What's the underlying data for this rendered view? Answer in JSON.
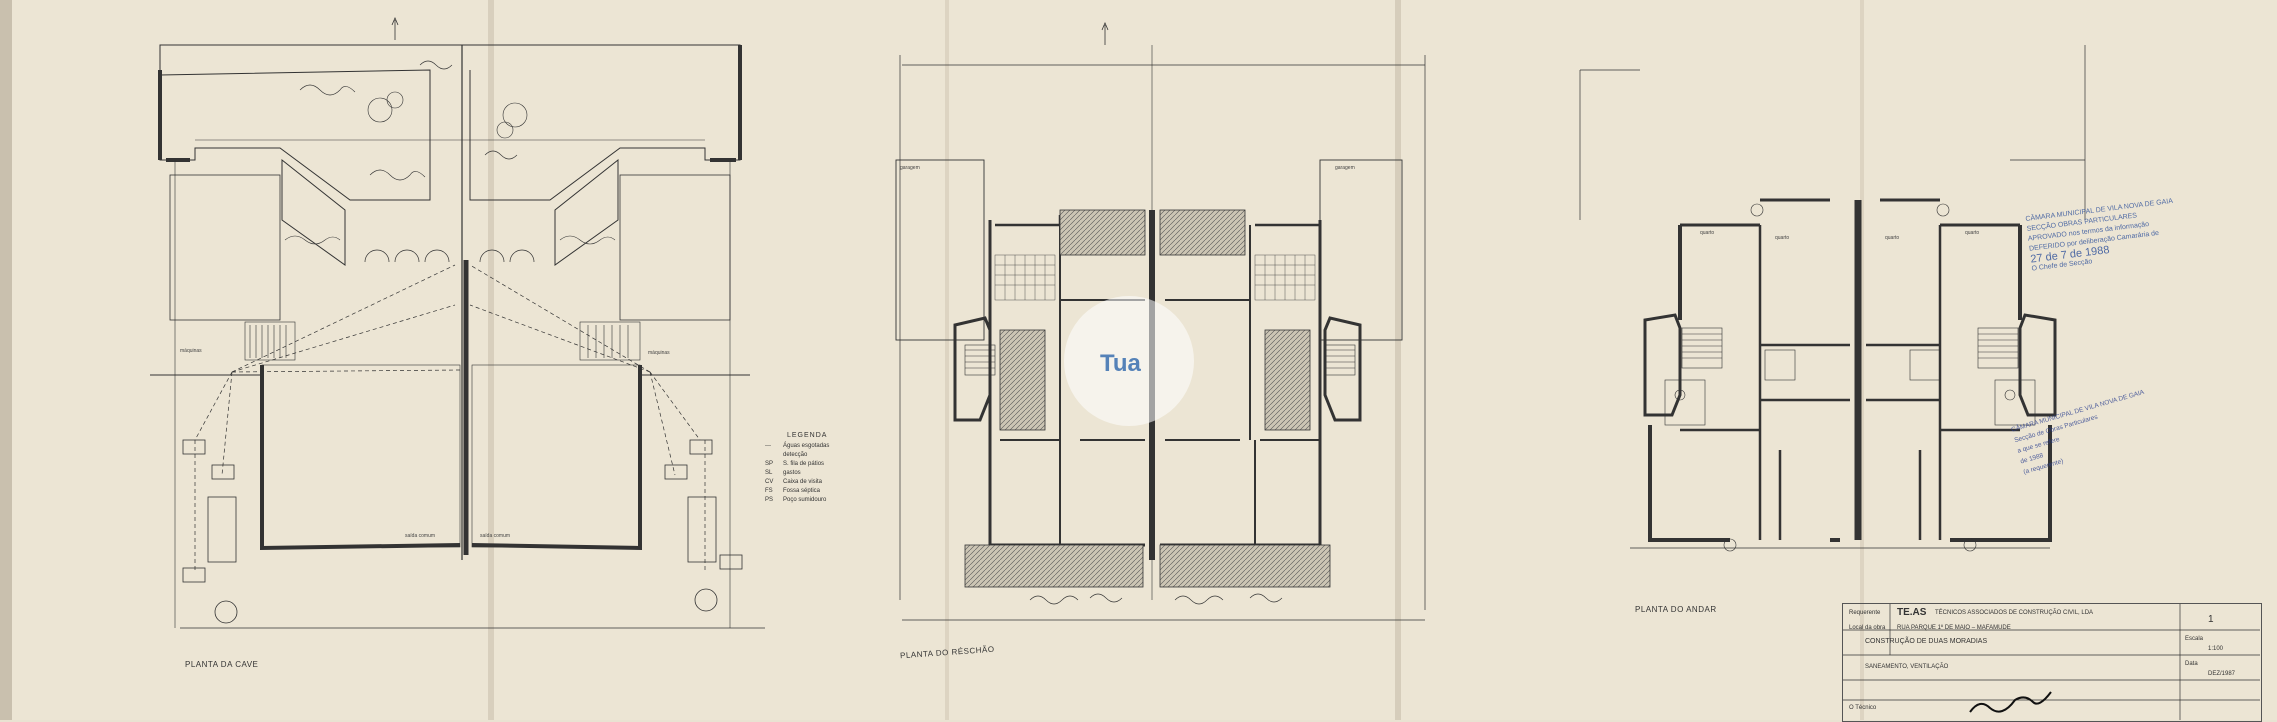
{
  "sheet": {
    "plans": {
      "basement_title": "PLANTA DA CAVE",
      "ground_title": "PLANTA DO RÉSCHÃO",
      "upper_title": "PLANTA DO ANDAR"
    },
    "room_labels": {
      "maquinas": "máquinas",
      "garagem": "garagem",
      "quarto": "quarto",
      "saida": "saída comum"
    },
    "legend": {
      "title": "LEGENDA",
      "items": [
        {
          "key": "---",
          "text": "Águas esgotadas"
        },
        {
          "key": "",
          "text": "detecção"
        },
        {
          "key": "SP",
          "text": "S. fila de pátios"
        },
        {
          "key": "SL",
          "text": "gastos"
        },
        {
          "key": "CV",
          "text": "Caixa de visita"
        },
        {
          "key": "FS",
          "text": "Fossa séptica"
        },
        {
          "key": "PS",
          "text": "Poço sumidouro"
        }
      ]
    },
    "title_block": {
      "requerente_label": "Requerente",
      "company_logo": "TE.AS",
      "company_name": "TÉCNICOS ASSOCIADOS DE CONSTRUÇÃO CIVIL, LDA",
      "local_label": "Local da obra",
      "address": "RUA PARQUE 1º DE MAIO – MAFAMUDE",
      "sheet_number": "1",
      "project_title": "CONSTRUÇÃO DE DUAS MORADIAS",
      "subject": "SANEAMENTO, VENTILAÇÃO",
      "escala_label": "Escala",
      "escala_value": "1:100",
      "data_label": "Data",
      "data_value": "DEZ/1987",
      "tecnico_label": "O Técnico"
    },
    "stamp_approval": {
      "line1": "CÂMARA MUNICIPAL DE VILA NOVA DE GAIA",
      "line2": "SECÇÃO OBRAS PARTICULARES",
      "line3": "APROVADO  nos termos da informação",
      "line4": "DEFERIDO  por deliberação Camarária de",
      "line5": "27 de 7 de 1988",
      "line6": "O Chefe de Secção"
    },
    "stamp_secondary": {
      "line1": "CÂMARA MUNICIPAL DE VILA NOVA DE GAIA",
      "line2": "Secção de Obras Particulares",
      "line3": "a que se refere",
      "line4": "de 1988",
      "line5": "(a requerente)"
    },
    "watermark": "Tua"
  }
}
